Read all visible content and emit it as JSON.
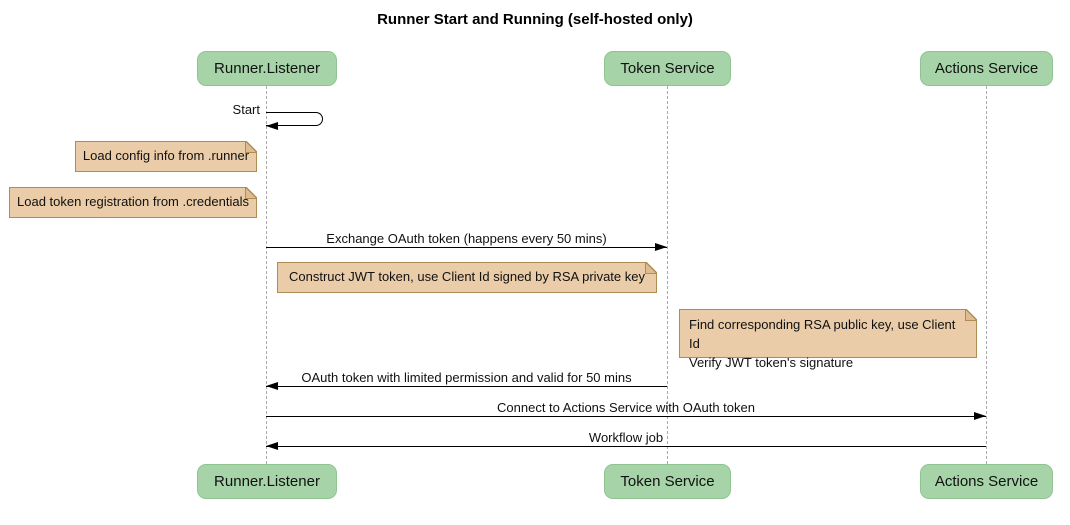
{
  "title": "Runner Start and Running (self-hosted only)",
  "participants": [
    {
      "name": "Runner.Listener"
    },
    {
      "name": "Token Service"
    },
    {
      "name": "Actions Service"
    }
  ],
  "messages": [
    {
      "label": "Start",
      "from": "Runner.Listener",
      "to": "Runner.Listener",
      "kind": "self-message"
    },
    {
      "label": "Exchange OAuth token (happens every 50 mins)",
      "from": "Runner.Listener",
      "to": "Token Service",
      "kind": "solid-arrow"
    },
    {
      "label": "OAuth token with limited permission and valid for 50 mins",
      "from": "Token Service",
      "to": "Runner.Listener",
      "kind": "solid-arrow"
    },
    {
      "label": "Connect to Actions Service with OAuth token",
      "from": "Runner.Listener",
      "to": "Actions Service",
      "kind": "solid-arrow"
    },
    {
      "label": "Workflow job",
      "from": "Actions Service",
      "to": "Runner.Listener",
      "kind": "solid-arrow"
    }
  ],
  "notes": [
    {
      "text": "Load config info from .runner",
      "position": "left of Runner.Listener"
    },
    {
      "text": "Load token registration from .credentials",
      "position": "left of Runner.Listener"
    },
    {
      "text": "Construct JWT token, use Client Id signed by RSA private key",
      "position": "right of Runner.Listener"
    },
    {
      "text": "Find corresponding RSA public key, use Client Id\nVerify JWT token's signature",
      "position": "left of Actions Service"
    }
  ],
  "colors": {
    "background": "#FFFFFF",
    "participant_fill": "#A6D4A8",
    "participant_border": "#8FC491",
    "note_fill": "#EACCA8",
    "note_border": "#AE8C54",
    "note_fold": "#DDBC92",
    "lifeline": "#A9A9A9",
    "arrow": "#000000",
    "text": "#111111"
  }
}
